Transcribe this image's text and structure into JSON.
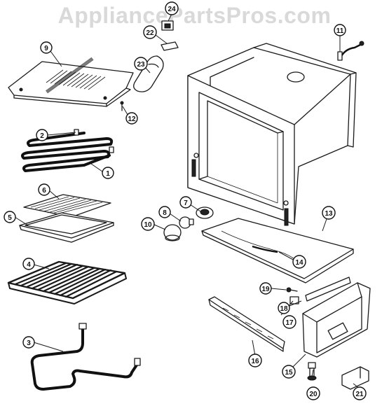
{
  "watermark": "AppliancePartsPros.com",
  "callouts": [
    {
      "id": "1",
      "label": "1"
    },
    {
      "id": "2",
      "label": "2"
    },
    {
      "id": "3",
      "label": "3"
    },
    {
      "id": "4",
      "label": "4"
    },
    {
      "id": "5",
      "label": "5"
    },
    {
      "id": "6",
      "label": "6"
    },
    {
      "id": "7",
      "label": "7"
    },
    {
      "id": "8",
      "label": "8"
    },
    {
      "id": "9",
      "label": "9"
    },
    {
      "id": "10",
      "label": "10"
    },
    {
      "id": "11",
      "label": "11"
    },
    {
      "id": "12",
      "label": "12"
    },
    {
      "id": "13",
      "label": "13"
    },
    {
      "id": "14",
      "label": "14"
    },
    {
      "id": "15",
      "label": "15"
    },
    {
      "id": "16",
      "label": "16"
    },
    {
      "id": "17",
      "label": "17"
    },
    {
      "id": "18",
      "label": "18"
    },
    {
      "id": "19",
      "label": "19"
    },
    {
      "id": "20",
      "label": "20"
    },
    {
      "id": "21",
      "label": "21"
    },
    {
      "id": "22",
      "label": "22"
    },
    {
      "id": "23",
      "label": "23"
    },
    {
      "id": "24",
      "label": "24"
    }
  ]
}
